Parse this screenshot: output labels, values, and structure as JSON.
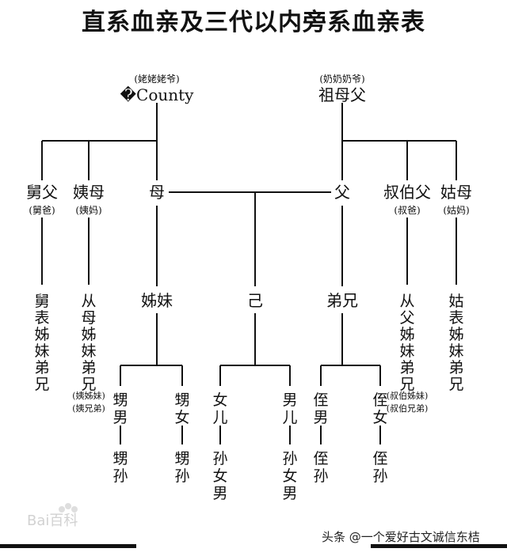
{
  "title": "直系血亲及三代以内旁系血亲表",
  "ancestors": {
    "maternal": {
      "note": "(姥姥姥爷)",
      "label": "�County"
    },
    "paternal": {
      "note": "(奶奶奶爷)",
      "label": "祖母父"
    }
  },
  "parents": {
    "uncle_maternal": {
      "label": "舅父",
      "note": "(舅爸)"
    },
    "aunt_maternal": {
      "label": "姨母",
      "note": "(姨妈)"
    },
    "mother": {
      "label": "母"
    },
    "father": {
      "label": "父"
    },
    "uncle_paternal": {
      "label": "叔伯父",
      "note": "(叔爸)"
    },
    "aunt_paternal": {
      "label": "姑母",
      "note": "(姑妈)"
    }
  },
  "generation_self": {
    "cousin_uncle_maternal": {
      "label": "舅表姊妹弟兄"
    },
    "cousin_aunt_maternal": {
      "label": "从母姊妹弟兄",
      "note1": "(姨姊妹)",
      "note2": "(姨兄弟)"
    },
    "sisters": {
      "label": "姊妹"
    },
    "self": {
      "label": "己"
    },
    "brothers": {
      "label": "弟兄"
    },
    "cousin_uncle_paternal": {
      "label": "从父姊妹弟兄",
      "note1": "(叔伯姊妹)",
      "note2": "(叔伯兄弟)"
    },
    "cousin_aunt_paternal": {
      "label": "姑表姊妹弟兄"
    }
  },
  "children": {
    "nephew_sister_son": {
      "label": "甥男"
    },
    "nephew_sister_daughter": {
      "label": "甥女"
    },
    "daughter": {
      "label": "女儿"
    },
    "son": {
      "label": "男儿"
    },
    "nephew_brother_son": {
      "label": "侄男"
    },
    "nephew_brother_daughter": {
      "label": "侄女"
    }
  },
  "grandchildren": {
    "sister_son_child": {
      "label": "甥孙"
    },
    "sister_daughter_child": {
      "label": "甥孙"
    },
    "daughter_child": {
      "label": "孙女男"
    },
    "son_child": {
      "label": "孙女男"
    },
    "brother_son_child": {
      "label": "侄孙"
    },
    "brother_daughter_child": {
      "label": "侄孙"
    }
  },
  "watermarks": {
    "baidu": "Bai百科",
    "toutiao": "头条 @一个爱好古文诚信东桔"
  }
}
